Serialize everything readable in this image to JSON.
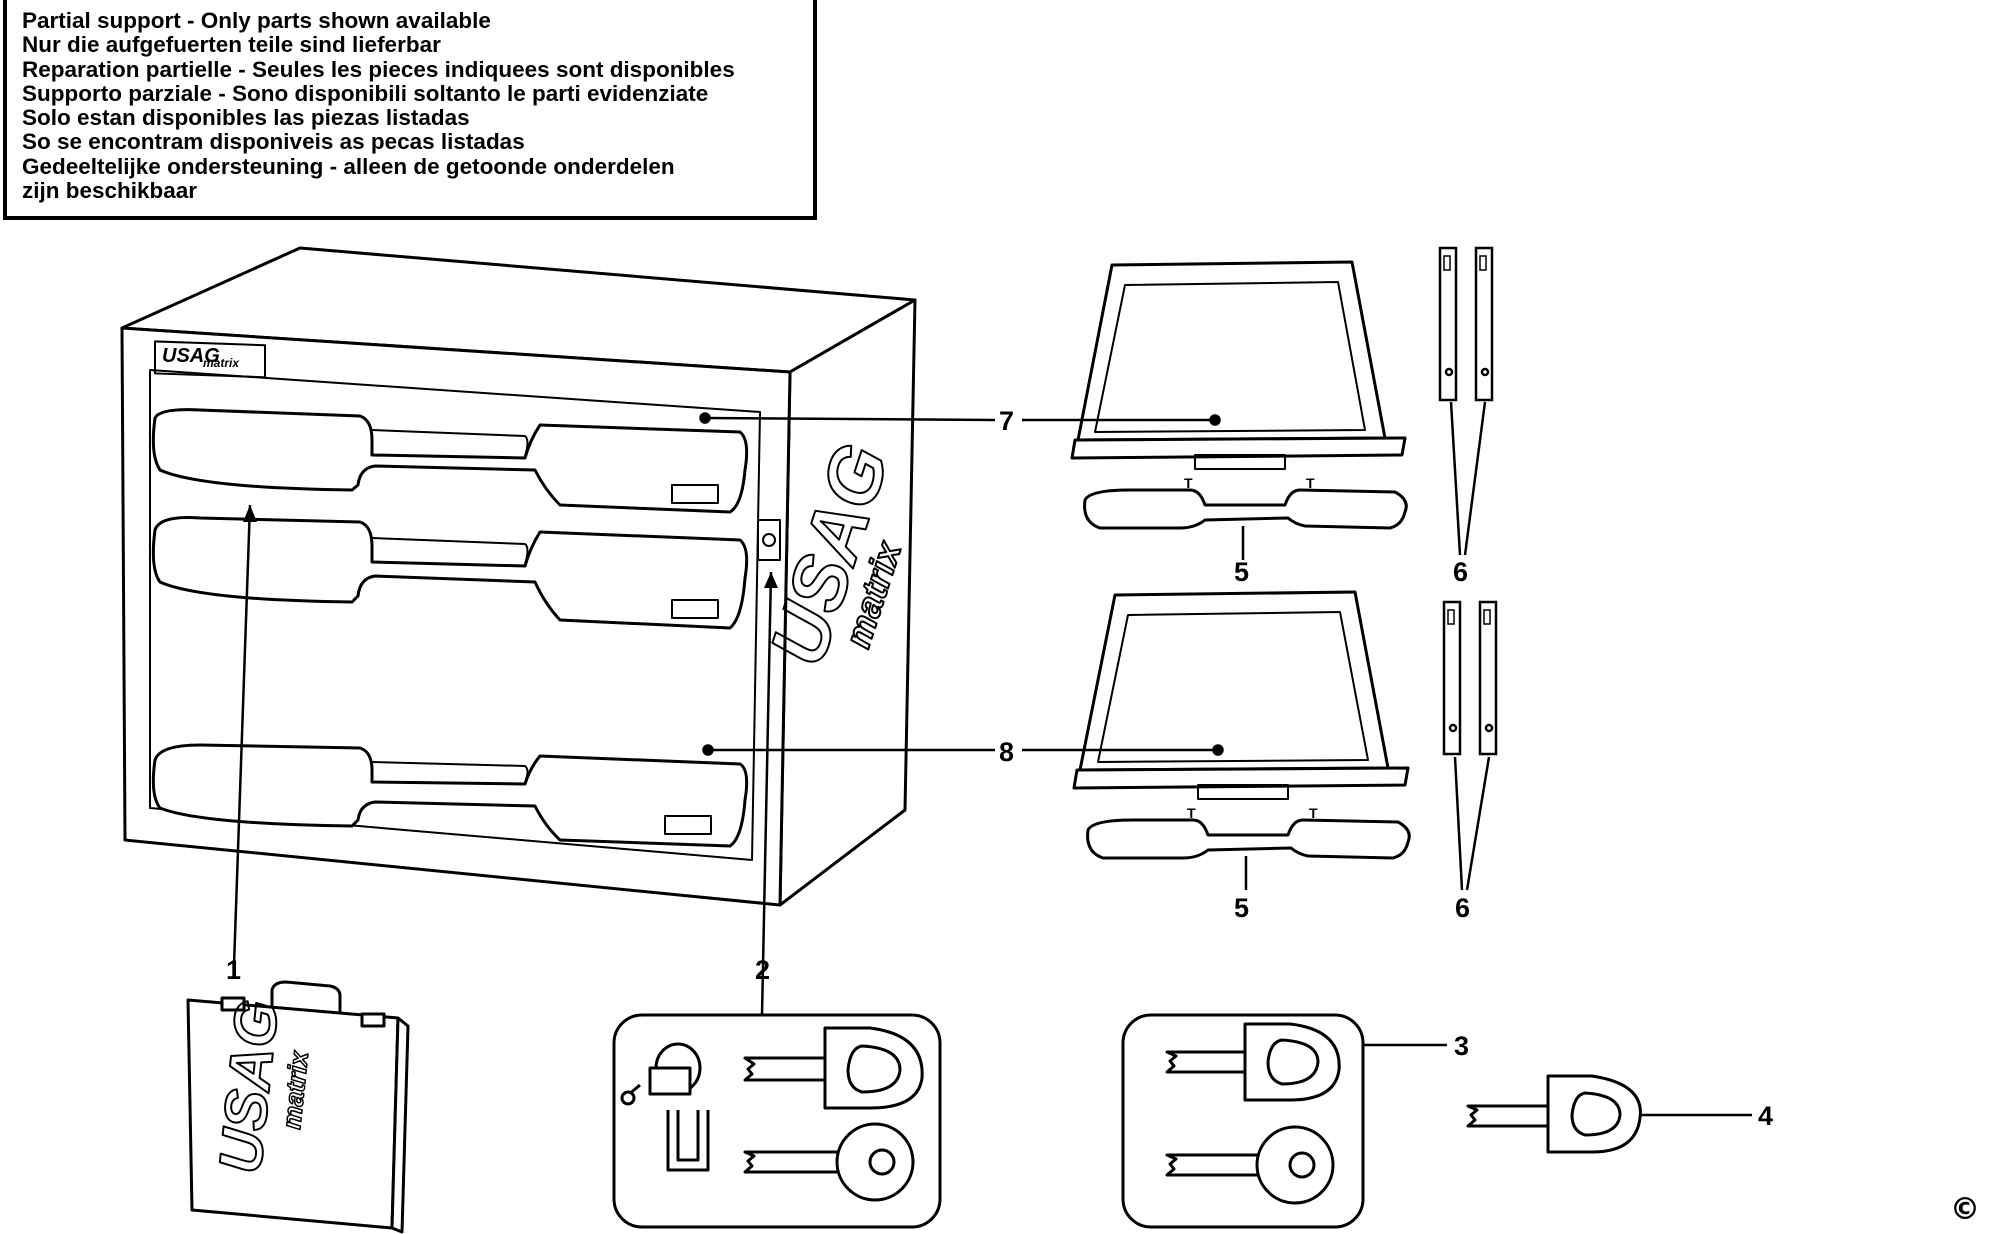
{
  "notice": {
    "lines": [
      "Partial support - Only parts shown available",
      "Nur die aufgefuerten teile sind lieferbar",
      "Reparation partielle - Seules les pieces indiquees sont disponibles",
      "Supporto parziale - Sono disponibili soltanto le parti evidenziate",
      "Solo estan disponibles las piezas listadas",
      "So se encontram disponiveis as pecas listadas",
      "Gedeeltelijke ondersteuning - alleen de getoonde onderdelen",
      "zijn beschikbaar"
    ]
  },
  "brand": {
    "name": "USAG",
    "sub": "matrix"
  },
  "callouts": {
    "c1": "1",
    "c2": "2",
    "c3": "3",
    "c4": "4",
    "c5a": "5",
    "c5b": "5",
    "c6a": "6",
    "c6b": "6",
    "c7": "7",
    "c8": "8"
  },
  "copyright": "©"
}
